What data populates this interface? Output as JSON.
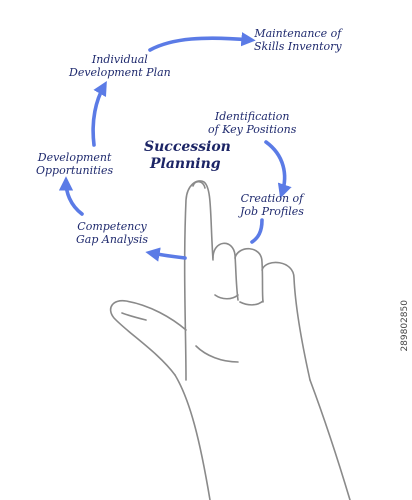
{
  "colors": {
    "arrow": "#5b7be6",
    "text": "#1f2a6e",
    "hand_stroke": "#8a8a8a"
  },
  "diagram": {
    "title": [
      "Succession",
      "Planning"
    ],
    "steps": [
      {
        "lines": [
          "Identification",
          "of Key Positions"
        ]
      },
      {
        "lines": [
          "Creation of",
          "Job Profiles"
        ]
      },
      {
        "lines": [
          "Competency",
          "Gap Analysis"
        ]
      },
      {
        "lines": [
          "Development",
          "Opportunities"
        ]
      },
      {
        "lines": [
          "Individual",
          "Development Plan"
        ]
      },
      {
        "lines": [
          "Maintenance of",
          "Skills Inventory"
        ]
      }
    ]
  },
  "stock_id": "289802850"
}
